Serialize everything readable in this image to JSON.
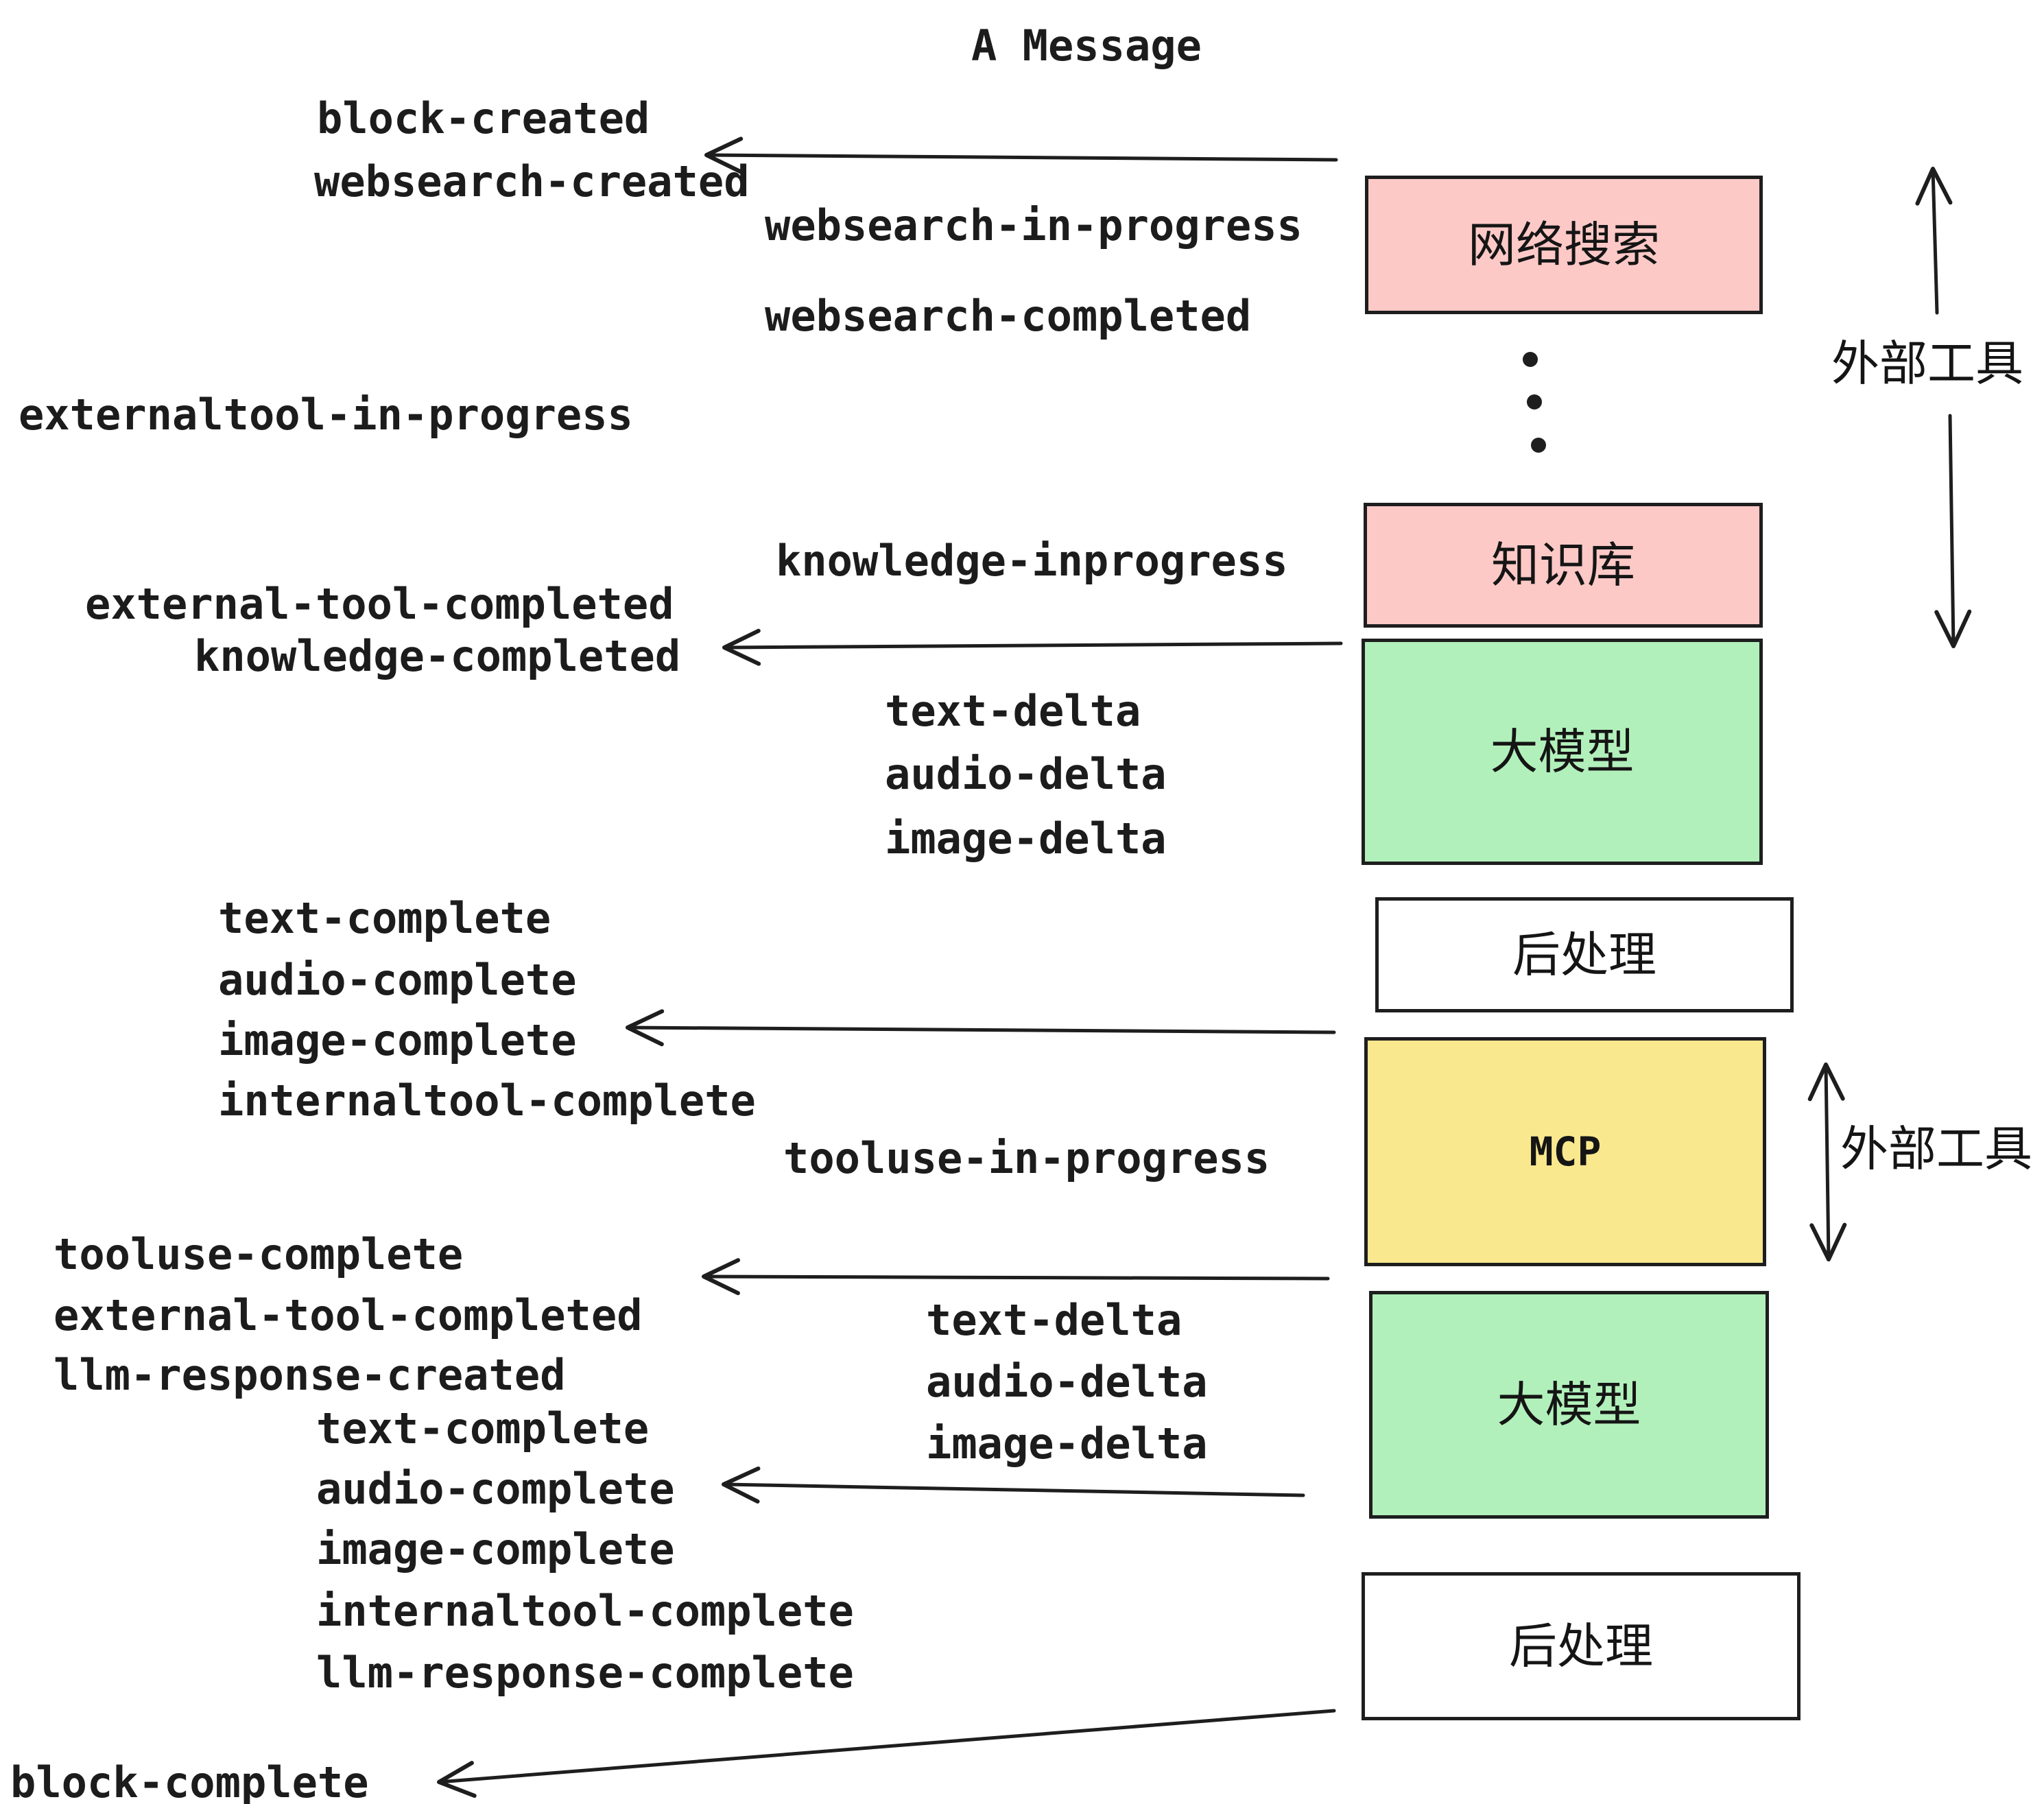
{
  "title": "A Message",
  "events": [
    {
      "id": "block-created",
      "text": "block-created"
    },
    {
      "id": "websearch-created",
      "text": "websearch-created"
    },
    {
      "id": "websearch-in-progress",
      "text": "websearch-in-progress"
    },
    {
      "id": "websearch-completed",
      "text": "websearch-completed"
    },
    {
      "id": "externaltool-in-progress",
      "text": "externaltool-in-progress"
    },
    {
      "id": "knowledge-inprogress",
      "text": "knowledge-inprogress"
    },
    {
      "id": "external-tool-completed-1",
      "text": "external-tool-completed"
    },
    {
      "id": "knowledge-completed",
      "text": "knowledge-completed"
    },
    {
      "id": "text-delta-1",
      "text": "text-delta"
    },
    {
      "id": "audio-delta-1",
      "text": "audio-delta"
    },
    {
      "id": "image-delta-1",
      "text": "image-delta"
    },
    {
      "id": "text-complete-1",
      "text": "text-complete"
    },
    {
      "id": "audio-complete-1",
      "text": "audio-complete"
    },
    {
      "id": "image-complete-1",
      "text": "image-complete"
    },
    {
      "id": "internaltool-complete-1",
      "text": "internaltool-complete"
    },
    {
      "id": "tooluse-in-progress",
      "text": "tooluse-in-progress"
    },
    {
      "id": "tooluse-complete",
      "text": "tooluse-complete"
    },
    {
      "id": "external-tool-completed-2",
      "text": "external-tool-completed"
    },
    {
      "id": "llm-response-created",
      "text": "llm-response-created"
    },
    {
      "id": "text-complete-2",
      "text": "text-complete"
    },
    {
      "id": "audio-complete-2",
      "text": "audio-complete"
    },
    {
      "id": "image-complete-2",
      "text": "image-complete"
    },
    {
      "id": "internaltool-complete-2",
      "text": "internaltool-complete"
    },
    {
      "id": "llm-response-complete",
      "text": "llm-response-complete"
    },
    {
      "id": "block-complete",
      "text": "block-complete"
    },
    {
      "id": "text-delta-2",
      "text": "text-delta"
    },
    {
      "id": "audio-delta-2",
      "text": "audio-delta"
    },
    {
      "id": "image-delta-2",
      "text": "image-delta"
    }
  ],
  "boxes": [
    {
      "id": "websearch",
      "label": "网络搜索",
      "fill": "#fcc9c7"
    },
    {
      "id": "knowledge",
      "label": "知识库",
      "fill": "#fcc9c7"
    },
    {
      "id": "llm-1",
      "label": "大模型",
      "fill": "#b2f0bb"
    },
    {
      "id": "post-1",
      "label": "后处理",
      "fill": "#ffffff"
    },
    {
      "id": "mcp",
      "label": "MCP",
      "fill": "#fae88e"
    },
    {
      "id": "llm-2",
      "label": "大模型",
      "fill": "#b2f0bb"
    },
    {
      "id": "post-2",
      "label": "后处理",
      "fill": "#ffffff"
    }
  ],
  "annotations": [
    {
      "id": "external-tool-top",
      "text": "外部工具"
    },
    {
      "id": "external-tool-bottom",
      "text": "外部工具"
    }
  ],
  "colors": {
    "ink": "#1e1e1e",
    "pink": "#fcc9c7",
    "green": "#b2f0bb",
    "yellow": "#fae88e",
    "white": "#ffffff"
  }
}
